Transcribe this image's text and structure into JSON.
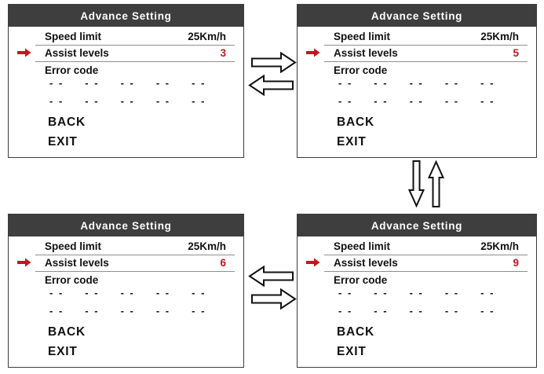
{
  "figure_name": "Advance Setting assist-levels flow diagram",
  "colors": {
    "titlebar_bg": "#3e3e3e",
    "titlebar_text": "#ffffff",
    "body_text": "#111111",
    "accent_red": "#c4161d",
    "underline_gray": "#8f8f8f",
    "panel_border": "#3c3c3c"
  },
  "shared": {
    "dash": "- -",
    "error_dash_rows": 2,
    "error_dash_groups_per_row": 5
  },
  "panels": [
    {
      "position": "top-left",
      "title": "Advance Setting",
      "speed_label": "Speed limit",
      "speed_value": "25Km/h",
      "assist_label": "Assist levels",
      "assist_value": "3",
      "error_label": "Error code",
      "back_label": "BACK",
      "exit_label": "EXIT"
    },
    {
      "position": "top-right",
      "title": "Advance Setting",
      "speed_label": "Speed limit",
      "speed_value": "25Km/h",
      "assist_label": "Assist levels",
      "assist_value": "5",
      "error_label": "Error code",
      "back_label": "BACK",
      "exit_label": "EXIT"
    },
    {
      "position": "bottom-left",
      "title": "Advance Setting",
      "speed_label": "Speed limit",
      "speed_value": "25Km/h",
      "assist_label": "Assist levels",
      "assist_value": "6",
      "error_label": "Error code",
      "back_label": "BACK",
      "exit_label": "EXIT"
    },
    {
      "position": "bottom-right",
      "title": "Advance Setting",
      "speed_label": "Speed limit",
      "speed_value": "25Km/h",
      "assist_label": "Assist levels",
      "assist_value": "9",
      "error_label": "Error code",
      "back_label": "BACK",
      "exit_label": "EXIT"
    }
  ],
  "connectors": {
    "between_top_panels": [
      "right-arrow",
      "left-arrow"
    ],
    "between_right_panels": [
      "down-arrow",
      "up-arrow"
    ],
    "between_bottom_panels": [
      "left-arrow",
      "right-arrow"
    ]
  }
}
